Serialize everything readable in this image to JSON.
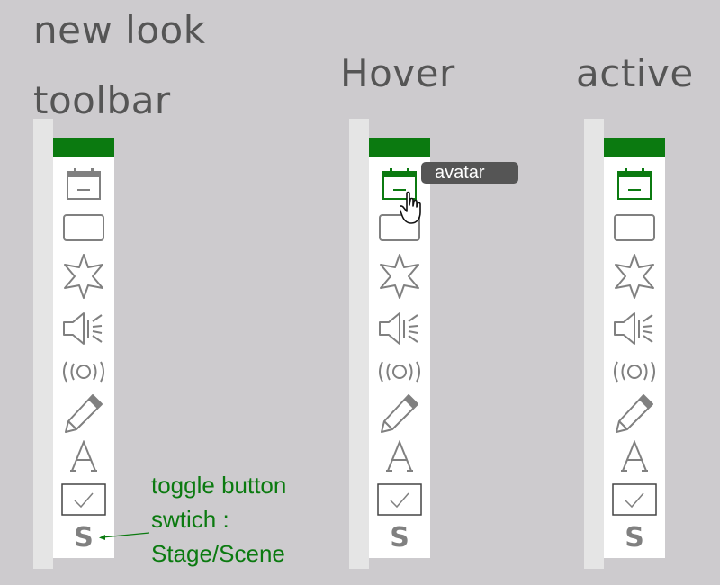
{
  "headings": {
    "new_look_line1": "new look",
    "new_look_line2": "toolbar",
    "hover": "Hover",
    "active": "active"
  },
  "toolbar_buttons": [
    {
      "icon": "calendar-face-icon"
    },
    {
      "icon": "rectangle-icon"
    },
    {
      "icon": "star-icon"
    },
    {
      "icon": "speaker-icon"
    },
    {
      "icon": "radio-wave-icon"
    },
    {
      "icon": "pencil-icon"
    },
    {
      "icon": "text-a-icon"
    },
    {
      "icon": "checkbox-icon"
    },
    {
      "icon": "stage-scene-toggle-icon",
      "label": "S"
    }
  ],
  "tooltip": {
    "text": "avatar"
  },
  "annotation": {
    "line1": "toggle button",
    "line2": "swtich :",
    "line3": "Stage/Scene"
  },
  "colors": {
    "background": "#cdcbce",
    "accent_green": "#0b7a10",
    "icon_gray": "#808080",
    "heading_gray": "#555555",
    "tooltip_bg": "#555555"
  },
  "states": [
    "default",
    "hover",
    "active"
  ],
  "highlighted_button": "calendar-face-icon"
}
